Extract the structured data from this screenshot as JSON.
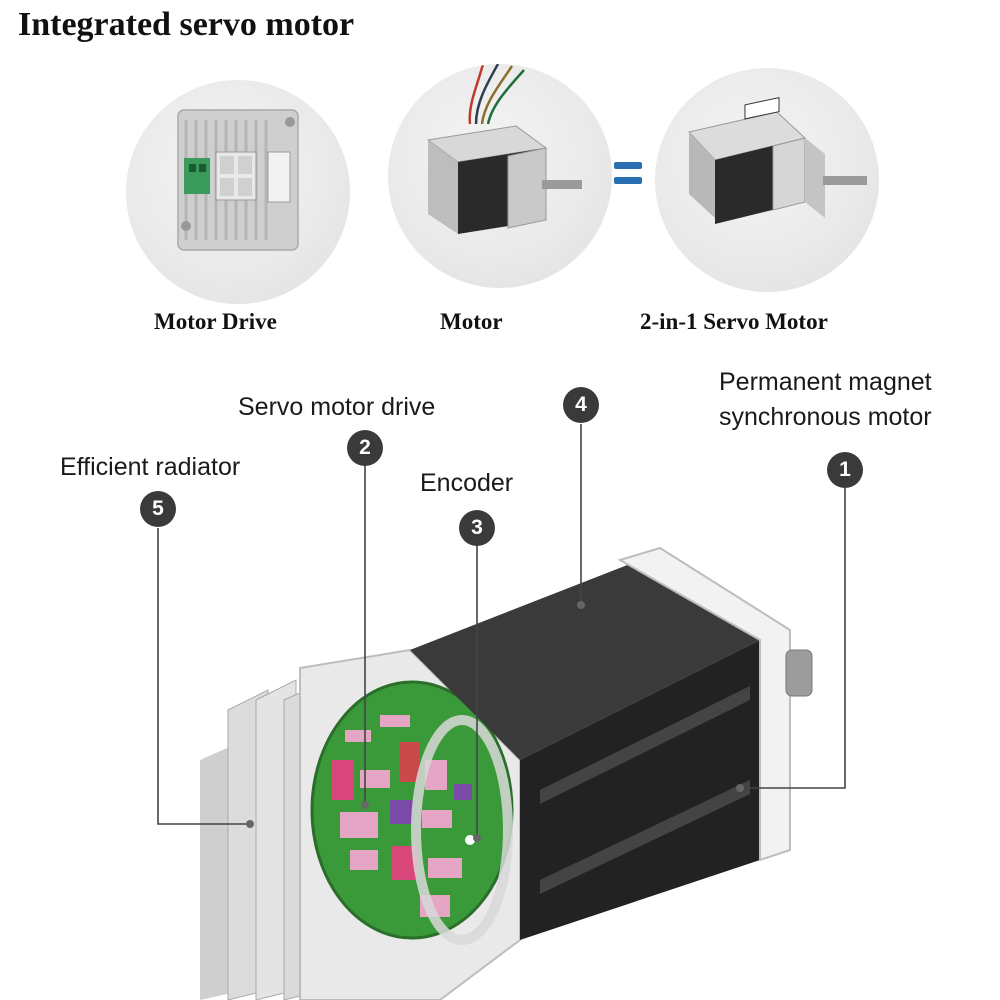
{
  "title": "Integrated servo motor",
  "top_captions": {
    "drive": "Motor Drive",
    "motor": "Motor",
    "combined": "2-in-1  Servo Motor"
  },
  "components": [
    {
      "number": "1",
      "label_line1": "Permanent magnet",
      "label_line2": "synchronous motor"
    },
    {
      "number": "2",
      "label": "Servo motor drive"
    },
    {
      "number": "3",
      "label": "Encoder"
    },
    {
      "number": "4"
    },
    {
      "number": "5",
      "label": "Efficient radiator"
    }
  ],
  "colors": {
    "badge": "#3a3a3a",
    "equals": "#2b6fb3",
    "pcb": "#3a9a3a",
    "motor_body": "#2a2a2a"
  }
}
